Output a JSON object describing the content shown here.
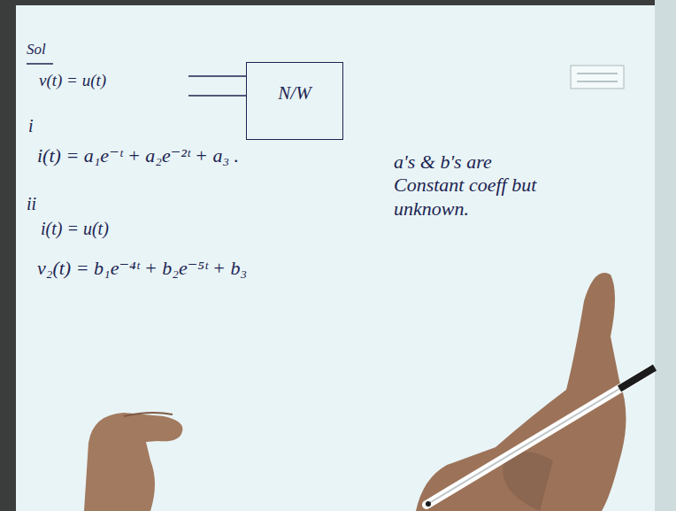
{
  "diagram": {
    "nodes": [
      {
        "text": [
          "N/W"
        ]
      }
    ],
    "labels": [
      "Sol",
      "v(t) = u(t)",
      "i",
      "i(t) = a₁e⁻ᵗ + a₂e⁻²ᵗ + a₃ .",
      "ii",
      "i(t) = u(t)",
      "v₂(t) = b₁e⁻⁴ᵗ + b₂e⁻⁵ᵗ + b₃",
      "a's & b's are Constant coeff but unknown."
    ]
  }
}
